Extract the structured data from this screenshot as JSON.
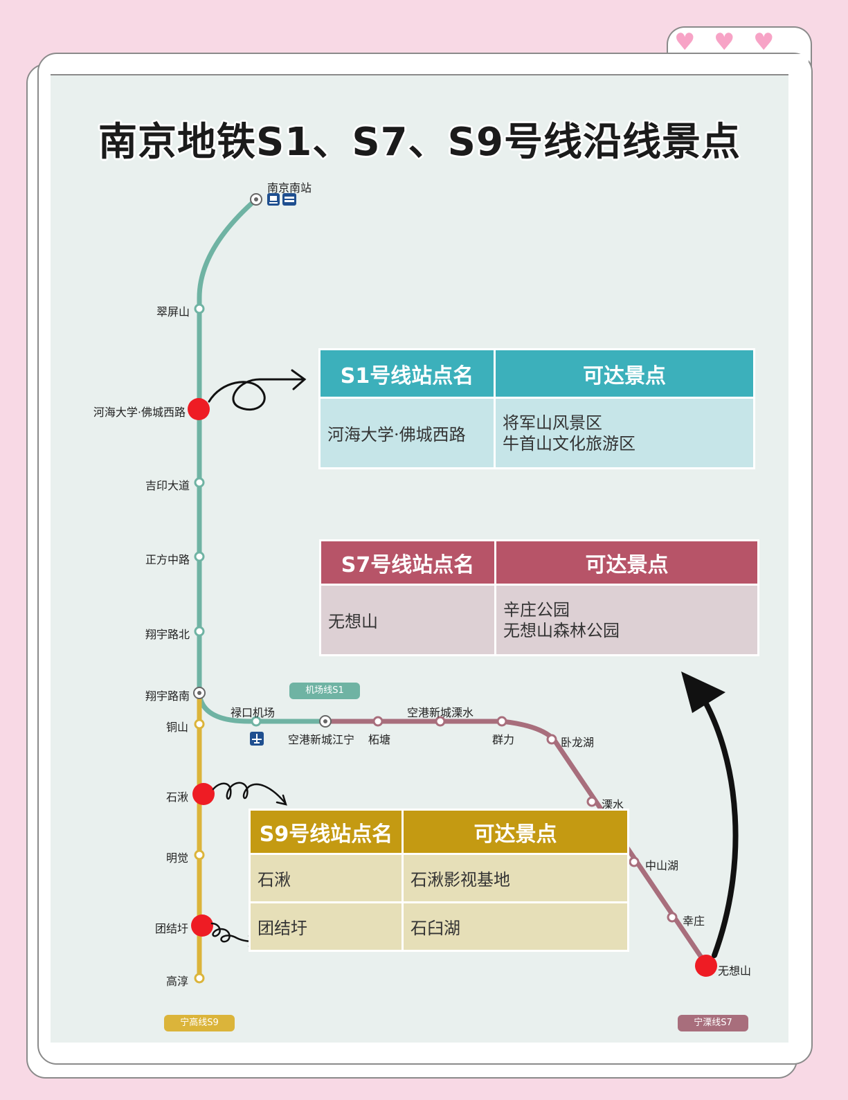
{
  "title": "南京地铁S1、S7、S9号线沿线景点",
  "line_tags": {
    "s1": "机场线S1",
    "s9": "宁高线S9",
    "s7": "宁溧线S7"
  },
  "stations": {
    "nanjing_south": "南京南站",
    "cuipingshan": "翠屏山",
    "hohai_focheng": "河海大学·佛城西路",
    "jiyin_dadao": "吉印大道",
    "zhengfang_zhonglu": "正方中路",
    "xiangyu_north": "翔宇路北",
    "xiangyu_south": "翔宇路南",
    "lukou_airport": "禄口机场",
    "konggang_jiangning": "空港新城江宁",
    "zhetang": "柘塘",
    "konggang_lishui": "空港新城溧水",
    "qunli": "群力",
    "wolonghu": "卧龙湖",
    "lishui": "溧水",
    "zhongshanhu": "中山湖",
    "xinzhuang": "幸庄",
    "wuxiangshan": "无想山",
    "tongshan": "铜山",
    "shiqiu": "石湫",
    "mingjue": "明觉",
    "tuanjiewei": "团结圩",
    "gaochun": "高淳"
  },
  "tables": {
    "s1": {
      "header_station": "S1号线站点名",
      "header_spots": "可达景点",
      "rows": [
        {
          "station": "河海大学·佛城西路",
          "spots": [
            "将军山风景区",
            "牛首山文化旅游区"
          ]
        }
      ]
    },
    "s7": {
      "header_station": "S7号线站点名",
      "header_spots": "可达景点",
      "rows": [
        {
          "station": "无想山",
          "spots": [
            "辛庄公园",
            "无想山森林公园"
          ]
        }
      ]
    },
    "s9": {
      "header_station": "S9号线站点名",
      "header_spots": "可达景点",
      "rows": [
        {
          "station": "石湫",
          "spots": [
            "石湫影视基地"
          ]
        },
        {
          "station": "团结圩",
          "spots": [
            "石臼湖"
          ]
        }
      ]
    }
  },
  "colors": {
    "s1_line": "#6fb3a3",
    "s7_line": "#a86e7c",
    "s9_line": "#dbb43a",
    "s1_header": "#3cb0bb",
    "s1_body": "#c6e5e8",
    "s7_header": "#b75468",
    "s7_body": "#ddd0d4",
    "s9_header": "#c49a12",
    "s9_body": "#e6dfb8",
    "highlight": "#ee1c24"
  },
  "icons": [
    "interchange-icon",
    "train-station-icon",
    "subway-icon",
    "airport-icon",
    "heart-icon",
    "curly-arrow-icon"
  ]
}
